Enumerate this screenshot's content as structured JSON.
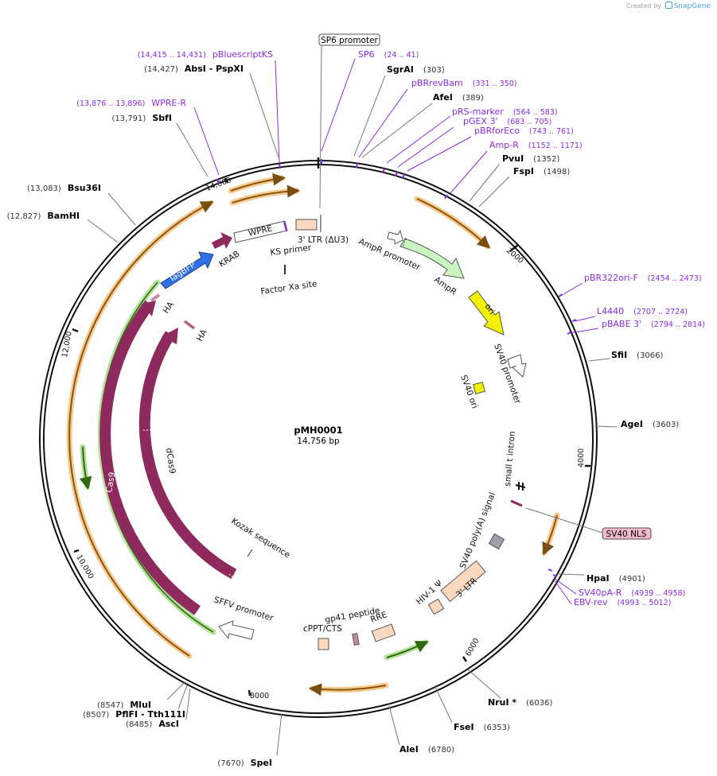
{
  "credit": {
    "prefix": "Created by",
    "brand": "SnapGene"
  },
  "map": {
    "name": "pMH0001",
    "size": "14,756 bp"
  },
  "ticks": [
    {
      "label": "2000",
      "bp": 2000
    },
    {
      "label": "4000",
      "bp": 4000
    },
    {
      "label": "6000",
      "bp": 6000
    },
    {
      "label": "8000",
      "bp": 8000
    },
    {
      "label": "10,000",
      "bp": 10000
    },
    {
      "label": "12,000",
      "bp": 12000
    },
    {
      "label": "14,000",
      "bp": 14000
    }
  ],
  "sites": [
    {
      "id": "sgrai",
      "name": "SgrAI",
      "pos": "(303)"
    },
    {
      "id": "afei",
      "name": "AfeI",
      "pos": "(389)"
    },
    {
      "id": "pvui",
      "name": "PvuI",
      "pos": "(1352)"
    },
    {
      "id": "fspi",
      "name": "FspI",
      "pos": "(1498)"
    },
    {
      "id": "sfii",
      "name": "SfiI",
      "pos": "(3066)"
    },
    {
      "id": "agei",
      "name": "AgeI",
      "pos": "(3603)"
    },
    {
      "id": "hpai",
      "name": "HpaI",
      "pos": "(4901)"
    },
    {
      "id": "nrui",
      "name": "NruI *",
      "pos": "(6036)"
    },
    {
      "id": "fsei",
      "name": "FseI",
      "pos": "(6353)"
    },
    {
      "id": "alei",
      "name": "AleI",
      "pos": "(6780)"
    },
    {
      "id": "spei",
      "name": "SpeI",
      "pos": "(7670)"
    },
    {
      "id": "asci",
      "name": "AscI",
      "pos": "(8485)"
    },
    {
      "id": "tth",
      "name": "PflFI - Tth111I",
      "pos": "(8507)"
    },
    {
      "id": "mlui",
      "name": "MluI",
      "pos": "(8547)"
    },
    {
      "id": "bamhi",
      "name": "BamHI",
      "pos": "(12,827)"
    },
    {
      "id": "bsu36i",
      "name": "Bsu36I",
      "pos": "(13,083)"
    },
    {
      "id": "sbfi",
      "name": "SbfI",
      "pos": "(13,791)"
    },
    {
      "id": "absi",
      "name": "AbsI - PspXI",
      "pos": "(14,427)"
    }
  ],
  "primers": [
    {
      "id": "sp6",
      "name": "SP6",
      "pos": "(24 .. 41)"
    },
    {
      "id": "pbrrevbam",
      "name": "pBRrevBam",
      "pos": "(331 .. 350)"
    },
    {
      "id": "prsmarker",
      "name": "pRS-marker",
      "pos": "(564 .. 583)"
    },
    {
      "id": "pgex3",
      "name": "pGEX 3'",
      "pos": "(683 .. 705)"
    },
    {
      "id": "pbrforeco",
      "name": "pBRforEco",
      "pos": "(743 .. 761)"
    },
    {
      "id": "ampr_primer",
      "name": "Amp-R",
      "pos": "(1152 .. 1171)"
    },
    {
      "id": "pbr322ori",
      "name": "pBR322ori-F",
      "pos": "(2454 .. 2473)"
    },
    {
      "id": "l4440",
      "name": "L4440",
      "pos": "(2707 .. 2724)"
    },
    {
      "id": "pbabe3",
      "name": "pBABE 3'",
      "pos": "(2794 .. 2814)"
    },
    {
      "id": "sv40par",
      "name": "SV40pA-R",
      "pos": "(4939 .. 4958)"
    },
    {
      "id": "ebvrev",
      "name": "EBV-rev",
      "pos": "(4993 .. 5012)"
    },
    {
      "id": "wprer",
      "name": "WPRE-R",
      "pos": "(13,876 .. 13,896)"
    },
    {
      "id": "pbluescriptks",
      "name": "pBluescriptKS",
      "pos": "(14,415 .. 14,431)"
    }
  ],
  "boxed": {
    "sp6_promoter": "SP6 promoter",
    "sv40_nls": "SV40 NLS"
  },
  "features": {
    "ltr5": "3' LTR (ΔU3)",
    "wpre": "WPRE",
    "krab": "KRAB",
    "ks_primer": "KS primer",
    "factor_xa": "Factor Xa site",
    "tagbfp": "TagBFP",
    "ha1": "HA",
    "ha2": "HA",
    "cas9": "Cas9",
    "dcas9": "dCas9",
    "kozak": "Kozak sequence",
    "sffv": "SFFV promoter",
    "cppt": "cPPT/CTS",
    "gp41": "gp41 peptide",
    "rre": "RRE",
    "hiv": "HIV-1 Ψ",
    "ltr3": "3' LTR",
    "sv40pa": "SV40 poly(A) signal",
    "small_t": "small t intron",
    "sv40ori": "SV40 ori",
    "sv40prom": "SV40 promoter",
    "ori": "ori",
    "ampr": "AmpR",
    "ampr_prom": "AmpR promoter"
  },
  "colors": {
    "purple_text": "#8a2be2",
    "cas_maroon": "#8e2a5e",
    "tagbfp_blue": "#2f6fe8",
    "ori_yellow": "#f2f200",
    "ampr_green": "#c8f5c0",
    "ltr_peach": "#fad9bf",
    "orf_orange": "#e8a02c",
    "orf_green": "#58b030"
  }
}
